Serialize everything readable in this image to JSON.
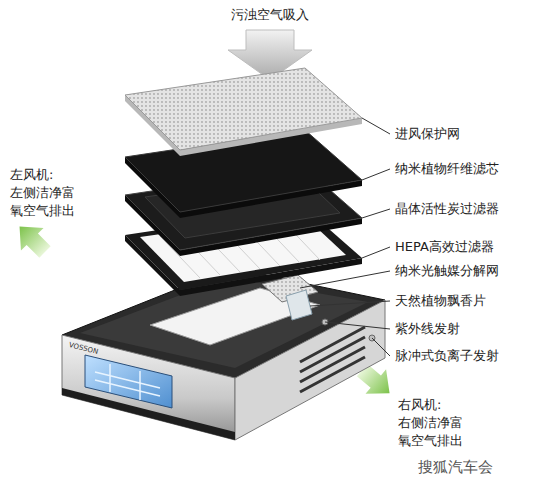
{
  "diagram": {
    "labels": [
      "污浊空气吸入",
      "进风保护网",
      "纳米植物纤维滤芯",
      "晶体活性炭过滤器",
      "HEPA高效过滤器",
      "纳米光触媒分解网",
      "天然植物飘香片",
      "紫外线发射",
      "脉冲式负离子发射",
      "左风机:",
      "左侧洁净富氧空气排出",
      "右风机:",
      "右侧洁净富氧空气排出",
      "VOSSON",
      "搜狐汽车会"
    ]
  }
}
